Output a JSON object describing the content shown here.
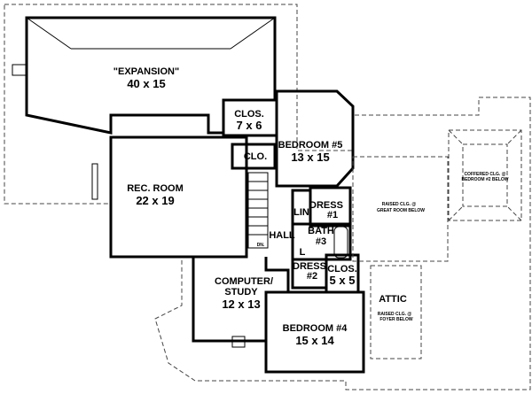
{
  "rooms": {
    "expansion": {
      "name": "\"EXPANSION\"",
      "size": "40 x 15"
    },
    "clos_top": {
      "name": "CLOS.",
      "size": "7 x 6"
    },
    "clo": {
      "name": "CLO."
    },
    "bedroom5": {
      "name": "BEDROOM #5",
      "size": "13 x 15"
    },
    "rec_room": {
      "name": "REC. ROOM",
      "size": "22 x 19"
    },
    "lin": {
      "name": "LIN"
    },
    "dress1": {
      "name": "DRESS",
      "num": "#1"
    },
    "bath3": {
      "name": "BATH",
      "num": "#3"
    },
    "hall": {
      "name": "HALL"
    },
    "l": {
      "name": "L"
    },
    "dress2": {
      "name": "DRESS",
      "num": "#2"
    },
    "clos_small": {
      "name": "CLOS.",
      "size": "5 x 5"
    },
    "study": {
      "name": "COMPUTER/",
      "name2": "STUDY",
      "size": "12 x 13"
    },
    "bedroom4": {
      "name": "BEDROOM #4",
      "size": "15 x 14"
    },
    "attic": {
      "name": "ATTIC"
    }
  },
  "notes": {
    "great_room": [
      "RAISED CLG. @",
      "GREAT ROOM BELOW"
    ],
    "coffered": [
      "COFFERED CLG. @",
      "BEDROOM #2 BELOW"
    ],
    "foyer": [
      "RAISED CLG. @",
      "FOYER BELOW"
    ],
    "stairs_dn": "DN."
  }
}
